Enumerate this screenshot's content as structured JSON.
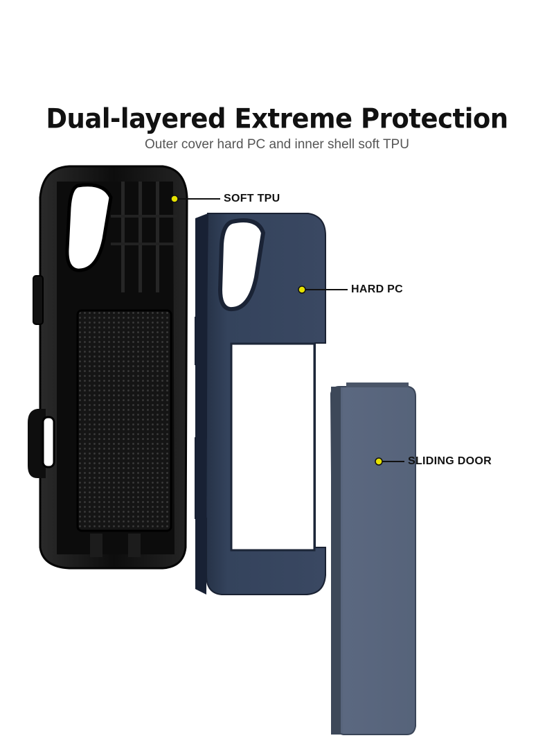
{
  "header": {
    "title": "Dual-layered Extreme Protection",
    "subtitle": "Outer cover hard PC  and inner shell soft TPU"
  },
  "callouts": {
    "soft_tpu": "SOFT TPU",
    "hard_pc": "HARD PC",
    "sliding_door": "SLIDING DOOR"
  },
  "colors": {
    "tpu": "#1a1a1a",
    "hard_pc": "#2f3d55",
    "sliding_door": "#566377",
    "callout_dot": "#e6e200"
  }
}
